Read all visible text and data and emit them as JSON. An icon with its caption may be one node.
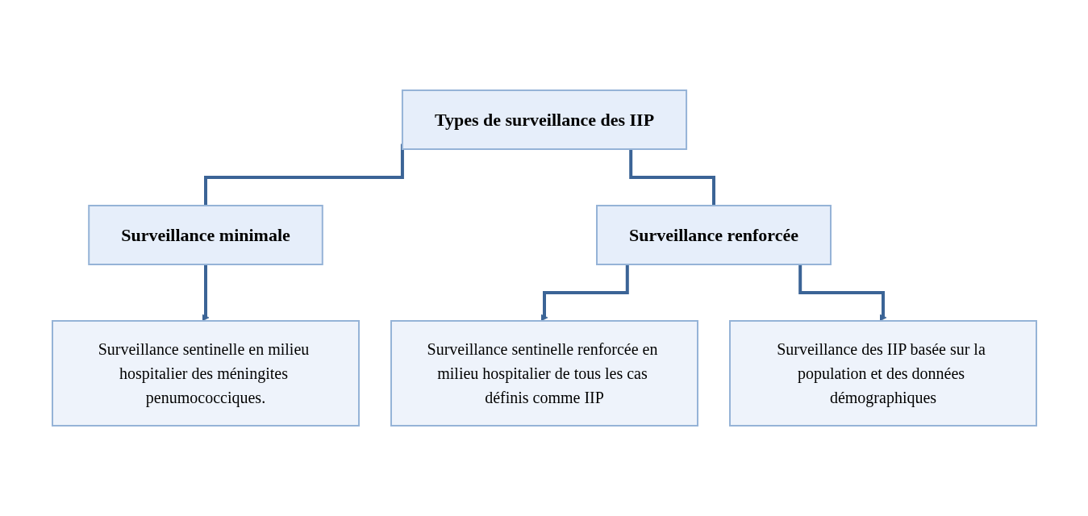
{
  "diagram": {
    "nodes": [
      {
        "text": [
          "Types de surveillance des IIP"
        ]
      },
      {
        "text": [
          "Surveillance minimale"
        ]
      },
      {
        "text": [
          "Surveillance renforcée"
        ]
      },
      {
        "text": [
          "Surveillance sentinelle en milieu hospitalier des méningites penumococciques."
        ]
      },
      {
        "text": [
          "Surveillance sentinelle renforcée en milieu hospitalier de tous les cas définis comme IIP"
        ]
      },
      {
        "text": [
          "Surveillance des IIP basée sur la population et des données démographiques"
        ]
      }
    ],
    "edges": [
      {
        "from": 0,
        "to": 1,
        "arrow": "none"
      },
      {
        "from": 0,
        "to": 2,
        "arrow": "none"
      },
      {
        "from": 1,
        "to": 3,
        "arrow": "to"
      },
      {
        "from": 2,
        "to": 4,
        "arrow": "to"
      },
      {
        "from": 2,
        "to": 5,
        "arrow": "to"
      }
    ]
  }
}
